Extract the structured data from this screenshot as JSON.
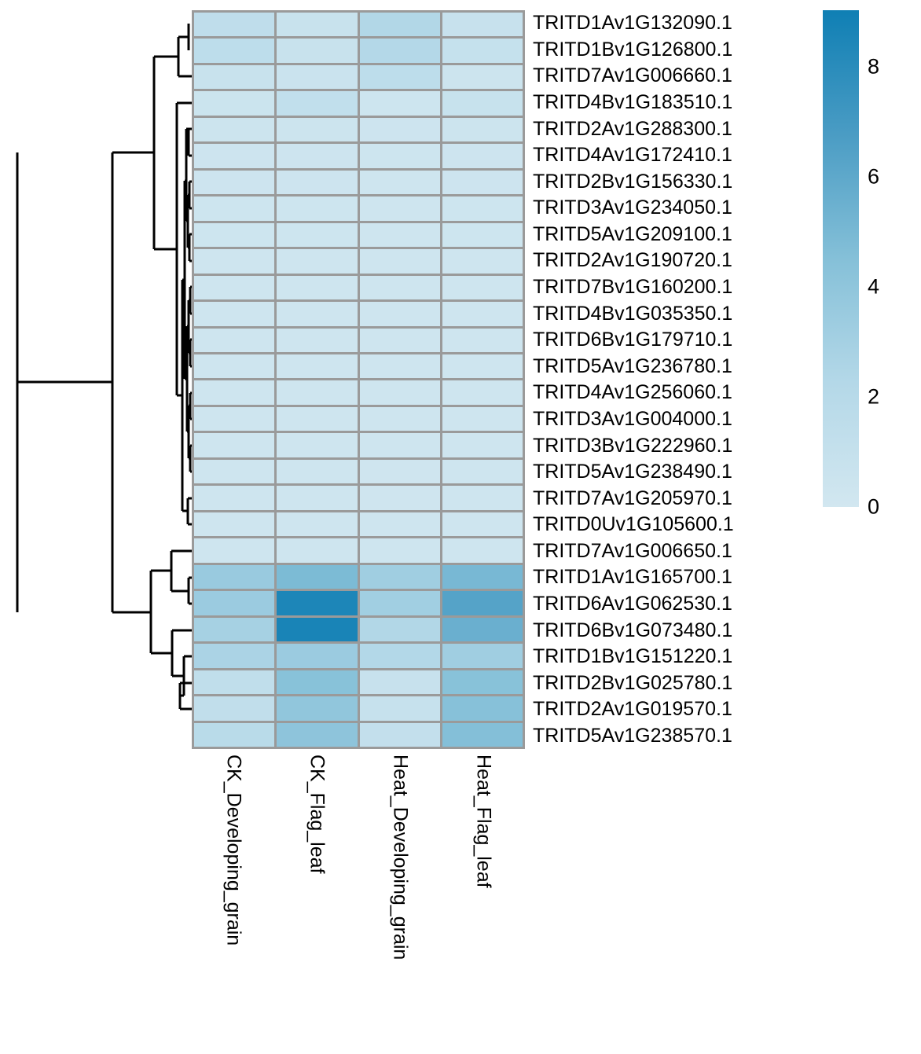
{
  "chart_data": {
    "type": "heatmap",
    "title": "",
    "xlabel": "",
    "ylabel": "",
    "grid": true,
    "legend_position": "right",
    "colormap": {
      "name": "blues-sequential",
      "low_color": "#d2e7f0",
      "mid_color": "#6cb3d0",
      "high_color": "#0f7fb4",
      "vmin": 0,
      "vmax": 9.03
    },
    "colorbar": {
      "tick_labels": [
        "0",
        "2",
        "4",
        "6",
        "8"
      ],
      "tick_values": [
        0,
        2,
        4,
        6,
        8
      ]
    },
    "categories": [
      "CK_Developing_grain",
      "CK_Flag_leaf",
      "Heat_Developing_grain",
      "Heat_Flag_leaf"
    ],
    "rows": [
      "TRITD1Av1G132090.1",
      "TRITD1Bv1G126800.1",
      "TRITD7Av1G006660.1",
      "TRITD4Bv1G183510.1",
      "TRITD2Av1G288300.1",
      "TRITD4Av1G172410.1",
      "TRITD2Bv1G156330.1",
      "TRITD3Av1G234050.1",
      "TRITD5Av1G209100.1",
      "TRITD2Av1G190720.1",
      "TRITD7Bv1G160200.1",
      "TRITD4Bv1G035350.1",
      "TRITD6Bv1G179710.1",
      "TRITD5Av1G236780.1",
      "TRITD4Av1G256060.1",
      "TRITD3Av1G004000.1",
      "TRITD3Bv1G222960.1",
      "TRITD5Av1G238490.1",
      "TRITD7Av1G205970.1",
      "TRITD0Uv1G105600.1",
      "TRITD7Av1G006650.1",
      "TRITD1Av1G165700.1",
      "TRITD6Av1G062530.1",
      "TRITD6Bv1G073480.1",
      "TRITD1Bv1G151220.1",
      "TRITD2Bv1G025780.1",
      "TRITD2Av1G019570.1",
      "TRITD5Av1G238570.1"
    ],
    "values": [
      [
        1.45,
        0.78,
        2.35,
        0.85
      ],
      [
        1.55,
        0.72,
        2.25,
        0.95
      ],
      [
        0.75,
        0.6,
        1.55,
        0.45
      ],
      [
        0.5,
        1.25,
        0.35,
        0.8
      ],
      [
        0.45,
        0.45,
        0.4,
        0.45
      ],
      [
        0.4,
        0.4,
        0.35,
        0.4
      ],
      [
        0.38,
        0.38,
        0.33,
        0.38
      ],
      [
        0.35,
        0.35,
        0.32,
        0.35
      ],
      [
        0.35,
        0.35,
        0.32,
        0.35
      ],
      [
        0.33,
        0.33,
        0.3,
        0.33
      ],
      [
        0.33,
        0.33,
        0.3,
        0.33
      ],
      [
        0.32,
        0.32,
        0.3,
        0.32
      ],
      [
        0.32,
        0.32,
        0.29,
        0.32
      ],
      [
        0.3,
        0.3,
        0.28,
        0.3
      ],
      [
        0.3,
        0.3,
        0.28,
        0.3
      ],
      [
        0.29,
        0.29,
        0.27,
        0.29
      ],
      [
        0.29,
        0.29,
        0.27,
        0.29
      ],
      [
        0.28,
        0.28,
        0.26,
        0.28
      ],
      [
        0.28,
        0.28,
        0.26,
        0.28
      ],
      [
        0.3,
        0.3,
        0.28,
        0.3
      ],
      [
        0.33,
        0.33,
        0.3,
        0.33
      ],
      [
        3.55,
        4.85,
        3.2,
        5.0
      ],
      [
        3.45,
        8.5,
        3.15,
        6.35
      ],
      [
        2.95,
        8.65,
        2.35,
        5.55
      ],
      [
        2.7,
        3.45,
        2.3,
        3.2
      ],
      [
        1.35,
        4.35,
        0.85,
        4.35
      ],
      [
        1.3,
        3.95,
        0.9,
        4.4
      ],
      [
        1.85,
        4.1,
        1.15,
        4.55
      ]
    ]
  },
  "dendrogram": {
    "orientation": "left",
    "description": "hierarchical-clustering-row-dendrogram"
  }
}
